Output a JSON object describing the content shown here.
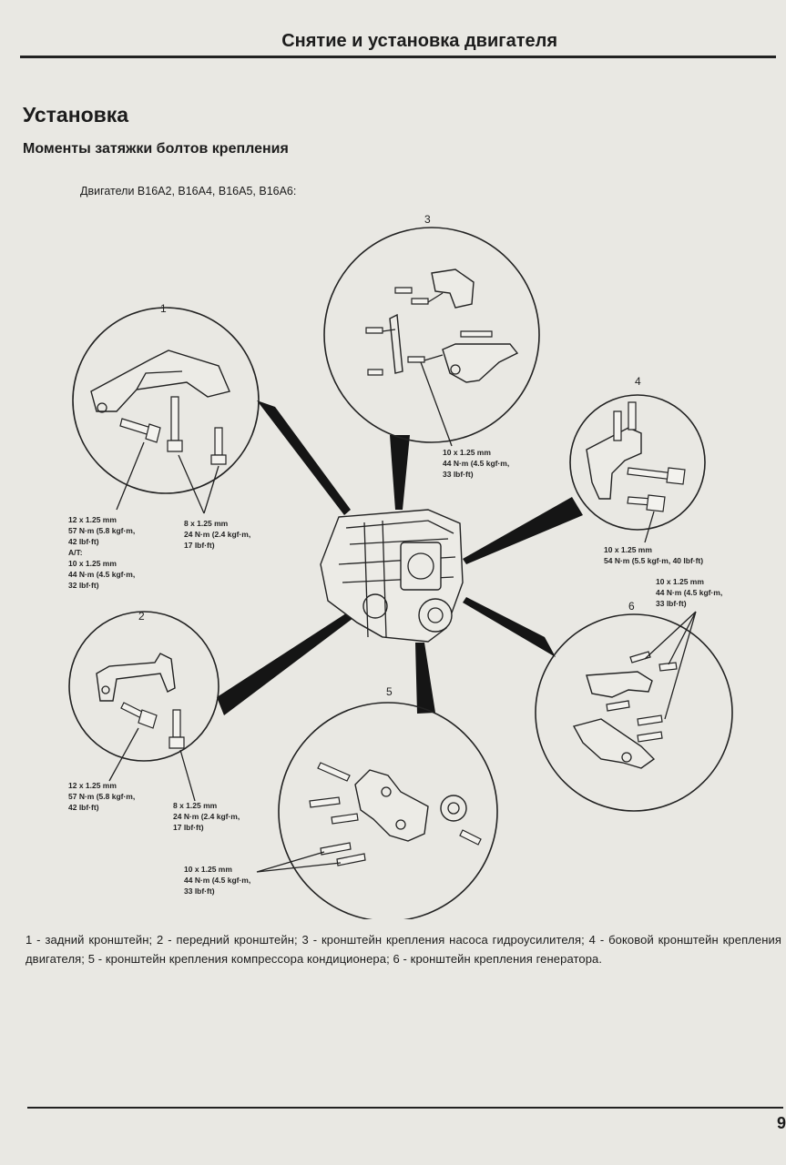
{
  "header": {
    "title": "Снятие и установка двигателя"
  },
  "section": {
    "title": "Установка",
    "subtitle": "Моменты затяжки болтов крепления"
  },
  "engines_label": "Двигатели B16A2, B16A4, B16A5, B16A6:",
  "diagram": {
    "callouts": {
      "c1": {
        "number": "1",
        "spec_a": [
          "12 x 1.25 mm",
          "57 N·m (5.8 kgf·m,",
          "42 lbf·ft)",
          "A/T:",
          "10 x 1.25 mm",
          "44 N·m (4.5 kgf·m,",
          "32 lbf·ft)"
        ],
        "spec_b": [
          "8 x 1.25 mm",
          "24 N·m (2.4 kgf·m,",
          "17 lbf·ft)"
        ]
      },
      "c2": {
        "number": "2",
        "spec_a": [
          "12 x 1.25 mm",
          "57 N·m (5.8 kgf·m,",
          "42 lbf·ft)"
        ],
        "spec_b": [
          "8 x 1.25 mm",
          "24 N·m (2.4 kgf·m,",
          "17 lbf·ft)"
        ]
      },
      "c3": {
        "number": "3",
        "spec": [
          "10 x 1.25 mm",
          "44 N·m (4.5 kgf·m,",
          "33 lbf·ft)"
        ]
      },
      "c4": {
        "number": "4",
        "spec": [
          "10 x 1.25 mm",
          "54 N·m (5.5 kgf·m, 40 lbf·ft)"
        ]
      },
      "c5": {
        "number": "5",
        "spec": [
          "10 x 1.25 mm",
          "44 N·m (4.5 kgf·m,",
          "33 lbf·ft)"
        ]
      },
      "c6": {
        "number": "6",
        "spec": [
          "10 x 1.25 mm",
          "44 N·m (4.5 kgf·m,",
          "33 lbf·ft)"
        ]
      }
    }
  },
  "caption": "1 - задний кронштейн; 2 - передний кронштейн; 3 - кронштейн крепления насоса гидроусилителя; 4 - боковой кронштейн крепления двигателя; 5 - кронштейн крепления компрессора кондиционера; 6 - кронштейн крепления генератора.",
  "page_number": "9"
}
